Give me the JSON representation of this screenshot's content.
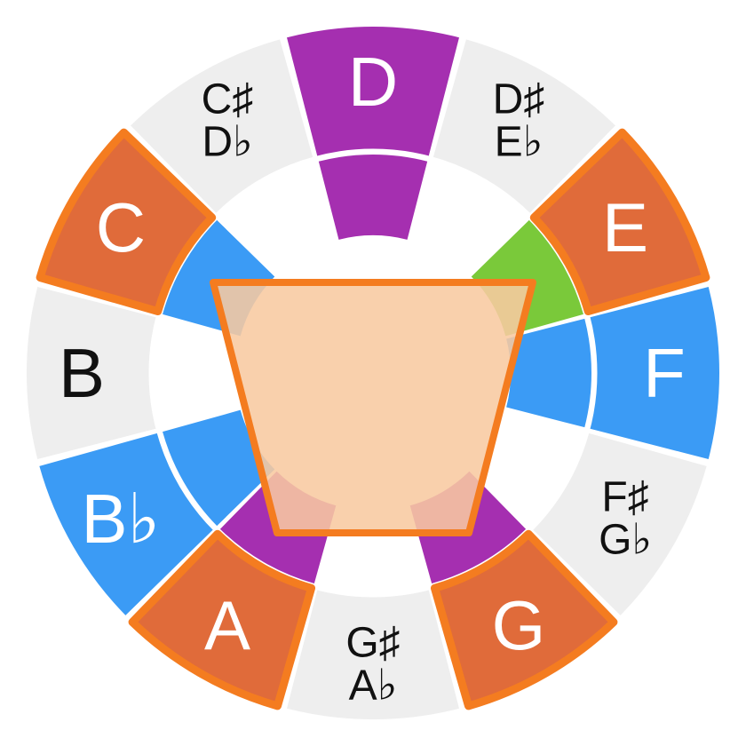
{
  "colors": {
    "background": "#ffffff",
    "outer_ring_default": "#eeeeee",
    "highlight_orange": "#e06b3a",
    "highlight_border": "#f47c20",
    "purple": "#a52fb0",
    "blue": "#3b9bf5",
    "green": "#7ac93a",
    "center_fill": "#f8c9a0",
    "text_dark": "#111111",
    "text_light": "#ffffff"
  },
  "outer_ring": [
    {
      "note": "D",
      "lines": [
        "D"
      ],
      "style": "purple",
      "icon": "note-segment"
    },
    {
      "note": "D#/Eb",
      "lines": [
        "D♯",
        "E♭"
      ],
      "style": "plain",
      "icon": "note-segment"
    },
    {
      "note": "E",
      "lines": [
        "E"
      ],
      "style": "highlight",
      "icon": "note-segment"
    },
    {
      "note": "F",
      "lines": [
        "F"
      ],
      "style": "blue",
      "icon": "note-segment"
    },
    {
      "note": "F#/Gb",
      "lines": [
        "F♯",
        "G♭"
      ],
      "style": "plain",
      "icon": "note-segment"
    },
    {
      "note": "G",
      "lines": [
        "G"
      ],
      "style": "highlight",
      "icon": "note-segment"
    },
    {
      "note": "G#/Ab",
      "lines": [
        "G♯",
        "A♭"
      ],
      "style": "plain",
      "icon": "note-segment"
    },
    {
      "note": "A",
      "lines": [
        "A"
      ],
      "style": "highlight",
      "icon": "note-segment"
    },
    {
      "note": "Bb",
      "lines": [
        "B♭"
      ],
      "style": "blue",
      "icon": "note-segment"
    },
    {
      "note": "B",
      "lines": [
        "B"
      ],
      "style": "plain-dark",
      "icon": "note-segment"
    },
    {
      "note": "C",
      "lines": [
        "C"
      ],
      "style": "highlight",
      "icon": "note-segment"
    },
    {
      "note": "C#/Db",
      "lines": [
        "C♯",
        "D♭"
      ],
      "style": "plain",
      "icon": "note-segment"
    }
  ],
  "inner_ring": [
    {
      "note": "D",
      "color": "purple"
    },
    {
      "note": "E",
      "color": "green"
    },
    {
      "note": "F",
      "color": "blue"
    },
    {
      "note": "G",
      "color": "purple"
    },
    {
      "note": "A",
      "color": "purple"
    },
    {
      "note": "Bb",
      "color": "blue"
    },
    {
      "note": "C",
      "color": "blue"
    }
  ],
  "center_shape": {
    "name": "selection-trapezoid"
  }
}
